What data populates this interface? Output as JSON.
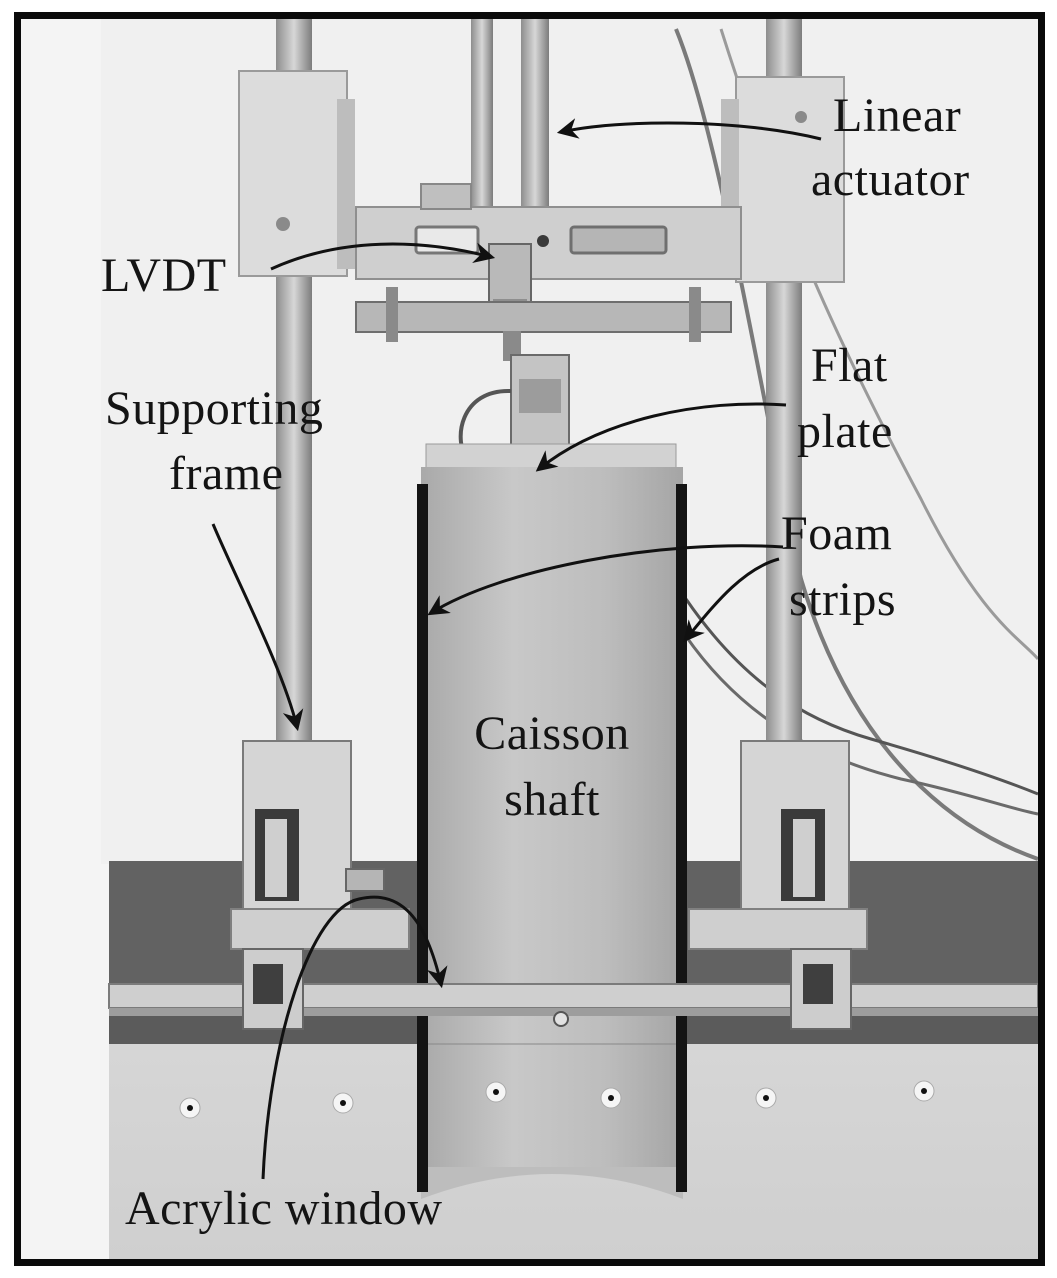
{
  "labels": {
    "linear_actuator_1": "Linear",
    "linear_actuator_2": "actuator",
    "lvdt": "LVDT",
    "supporting_frame_1": "Supporting",
    "supporting_frame_2": "frame",
    "flat_plate_1": "Flat",
    "flat_plate_2": "plate",
    "foam_strips_1": "Foam",
    "foam_strips_2": "strips",
    "caisson_shaft_1": "Caisson",
    "caisson_shaft_2": "shaft",
    "acrylic_window": "Acrylic window"
  },
  "colors": {
    "background": "#f4f4f4",
    "metal": "#c9c9c9",
    "shaft": "#bdbdbd",
    "dark_plate": "#5b5b5b",
    "sand": "#d8d8d8",
    "ink": "#141414"
  }
}
